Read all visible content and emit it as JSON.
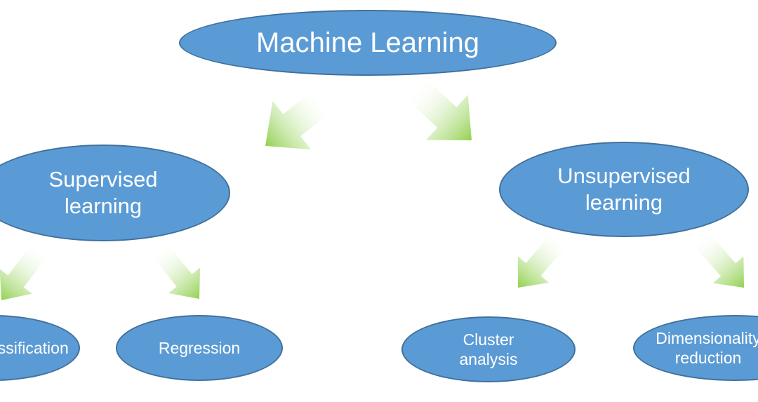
{
  "diagram": {
    "root": {
      "label": "Machine Learning"
    },
    "branches": [
      {
        "label": "Supervised\nlearning",
        "children": [
          {
            "label": "Classification"
          },
          {
            "label": "Regression"
          }
        ]
      },
      {
        "label": "Unsupervised\nlearning",
        "children": [
          {
            "label": "Cluster\nanalysis"
          },
          {
            "label": "Dimensionality\nreduction"
          }
        ]
      }
    ]
  },
  "colors": {
    "node_fill": "#5b9bd5",
    "node_border": "#41719c",
    "arrow_start": "#ffffff",
    "arrow_end": "#92d050"
  }
}
